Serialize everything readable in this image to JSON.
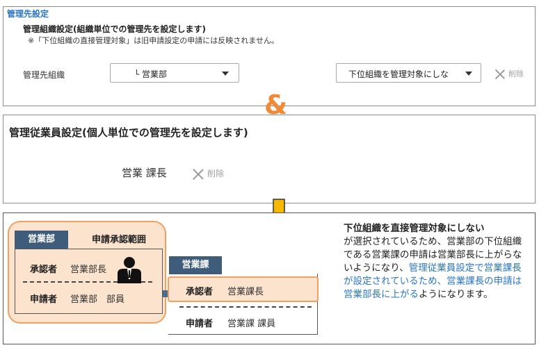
{
  "panel1": {
    "title": "管理先設定",
    "subtitle": "管理組織設定(組織単位での管理先を設定します)",
    "note": "※「下位組織の直接管理対象」は旧申請設定の申請には反映されません。",
    "org_label": "管理先組織",
    "org_select_value": "└ 営業部",
    "sub_select_value": "下位組織を管理対象にしな",
    "delete_label": "削除"
  },
  "connector_symbol": "&",
  "panel2": {
    "title": "管理従業員設定(個人単位での管理先を設定します)",
    "employee": "営業 課長",
    "delete_label": "削除"
  },
  "diagram": {
    "dept_bu": "営業部",
    "scope_label": "申請承認範囲",
    "bu_approver_label": "承認者",
    "bu_approver_value": "営業部長",
    "bu_requester_label": "申請者",
    "bu_requester_value": "営業部　部員",
    "dept_ka": "営業課",
    "ka_approver_label": "承認者",
    "ka_approver_value": "営業課長",
    "ka_requester_label": "申請者",
    "ka_requester_value": "営業課 課員"
  },
  "explanation": {
    "bold": "下位組織を直接管理対象にしない",
    "part1": "が選択されているため、営業部の下位組織である営業課の申請は営業部長に上がらないようになり、",
    "blue": "管理従業員設定で営業課長が設定されているため、営業課長の申請は営業部長に上がる",
    "part2": "ようになります。"
  },
  "colors": {
    "accent_blue": "#2a76c6",
    "orange": "#f08a37",
    "dept_tab": "#3f5d7a",
    "highlight_fill": "#fbe3cd",
    "arrow_fill": "#f6b800"
  },
  "icons": {
    "delete": "close-icon",
    "caret": "chevron-down-icon",
    "person": "person-icon",
    "arrow": "arrow-down-icon"
  }
}
